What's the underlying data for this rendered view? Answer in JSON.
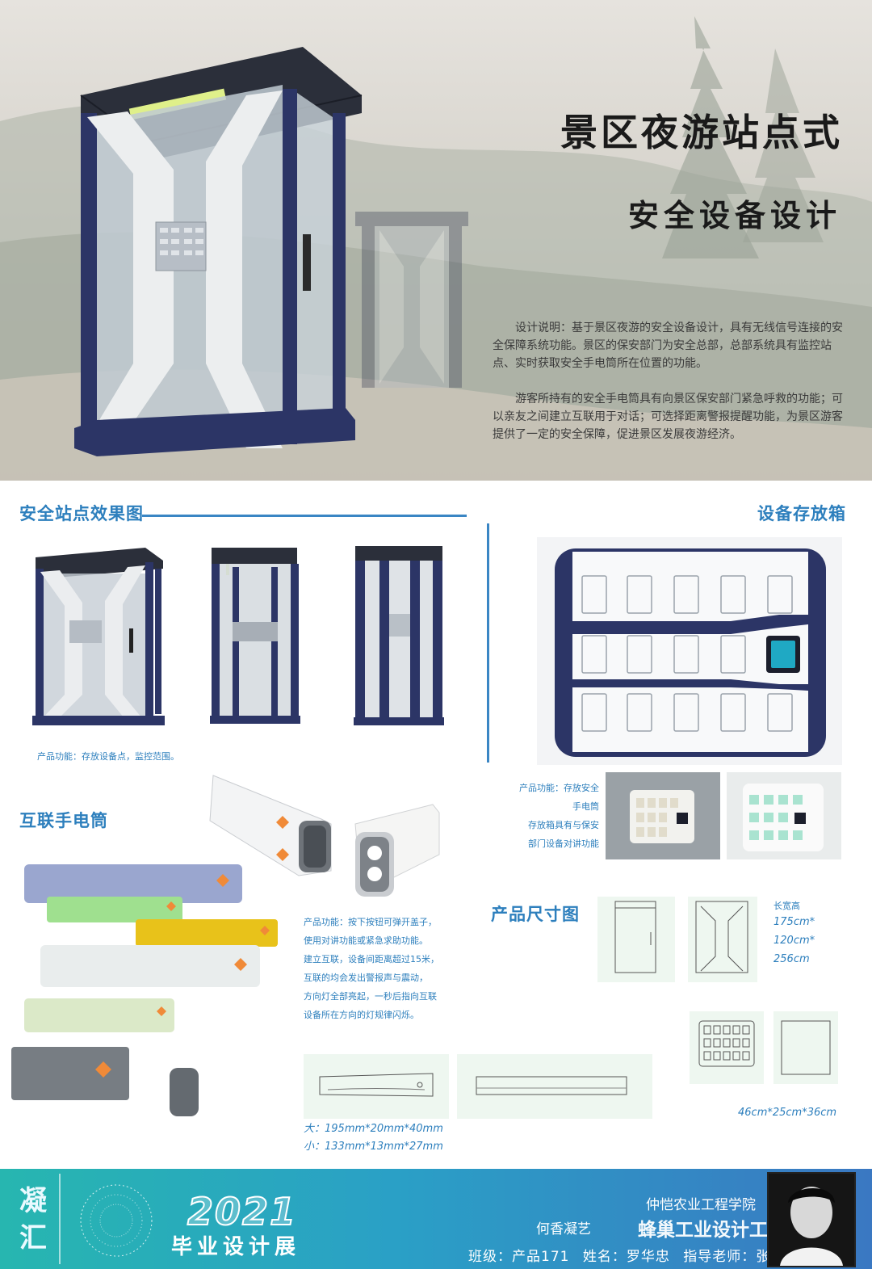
{
  "hero": {
    "title": "景区夜游站点式",
    "subtitle": "安全设备设计",
    "description_1": "设计说明：基于景区夜游的安全设备设计，具有无线信号连接的安全保障系统功能。景区的保安部门为安全总部，总部系统具有监控站点、实时获取安全手电筒所在位置的功能。",
    "description_2": "游客所持有的安全手电筒具有向景区保安部门紧急呼救的功能；可以亲友之间建立互联用于对话；可选择距离警报提醒功能，为景区游客提供了一定的安全保障，促进景区发展夜游经济。"
  },
  "station": {
    "heading": "安全站点效果图",
    "caption": "产品功能：存放设备点，监控范围。"
  },
  "storage": {
    "heading": "设备存放箱",
    "caption_lines": [
      "产品功能：存放安全",
      "手电筒",
      "存放箱具有与保安",
      "部门设备对讲功能"
    ]
  },
  "flashlight": {
    "heading": "互联手电筒",
    "caption_lines": [
      "产品功能：按下按钮可弹开盖子，",
      "使用对讲功能或紧急求助功能。",
      "建立互联，设备间距离超过15米，",
      "互联的均会发出警报声与震动，",
      "方向灯全部亮起，一秒后指向互联",
      "设备所在方向的灯规律闪烁。"
    ],
    "size_large": "大：195mm*20mm*40mm",
    "size_small": "小：133mm*13mm*27mm",
    "colors": [
      "#9aa6cf",
      "#9fe08f",
      "#e8c21a",
      "#e9eded",
      "#dbe9c8"
    ]
  },
  "dimensions": {
    "heading": "产品尺寸图",
    "station_label": "长宽高",
    "station_values": [
      "175cm*",
      "120cm*",
      "256cm"
    ],
    "box_size": "46cm*25cm*36cm"
  },
  "footer": {
    "brand_chars": [
      "凝",
      "汇"
    ],
    "year": "2021",
    "show_title": "毕业设计展",
    "school": "仲恺农业工程学院",
    "studio_prefix": "何香凝艺",
    "watermark": "蜂巢工业设计工作室",
    "class_label": "班级：产品171",
    "name_label": "姓名：罗华忠",
    "advisor_label": "指导老师：张斐"
  },
  "colors": {
    "accent_blue": "#2d7fbd",
    "frame_navy": "#2c3566",
    "footer_teal": "#27b6b0"
  }
}
